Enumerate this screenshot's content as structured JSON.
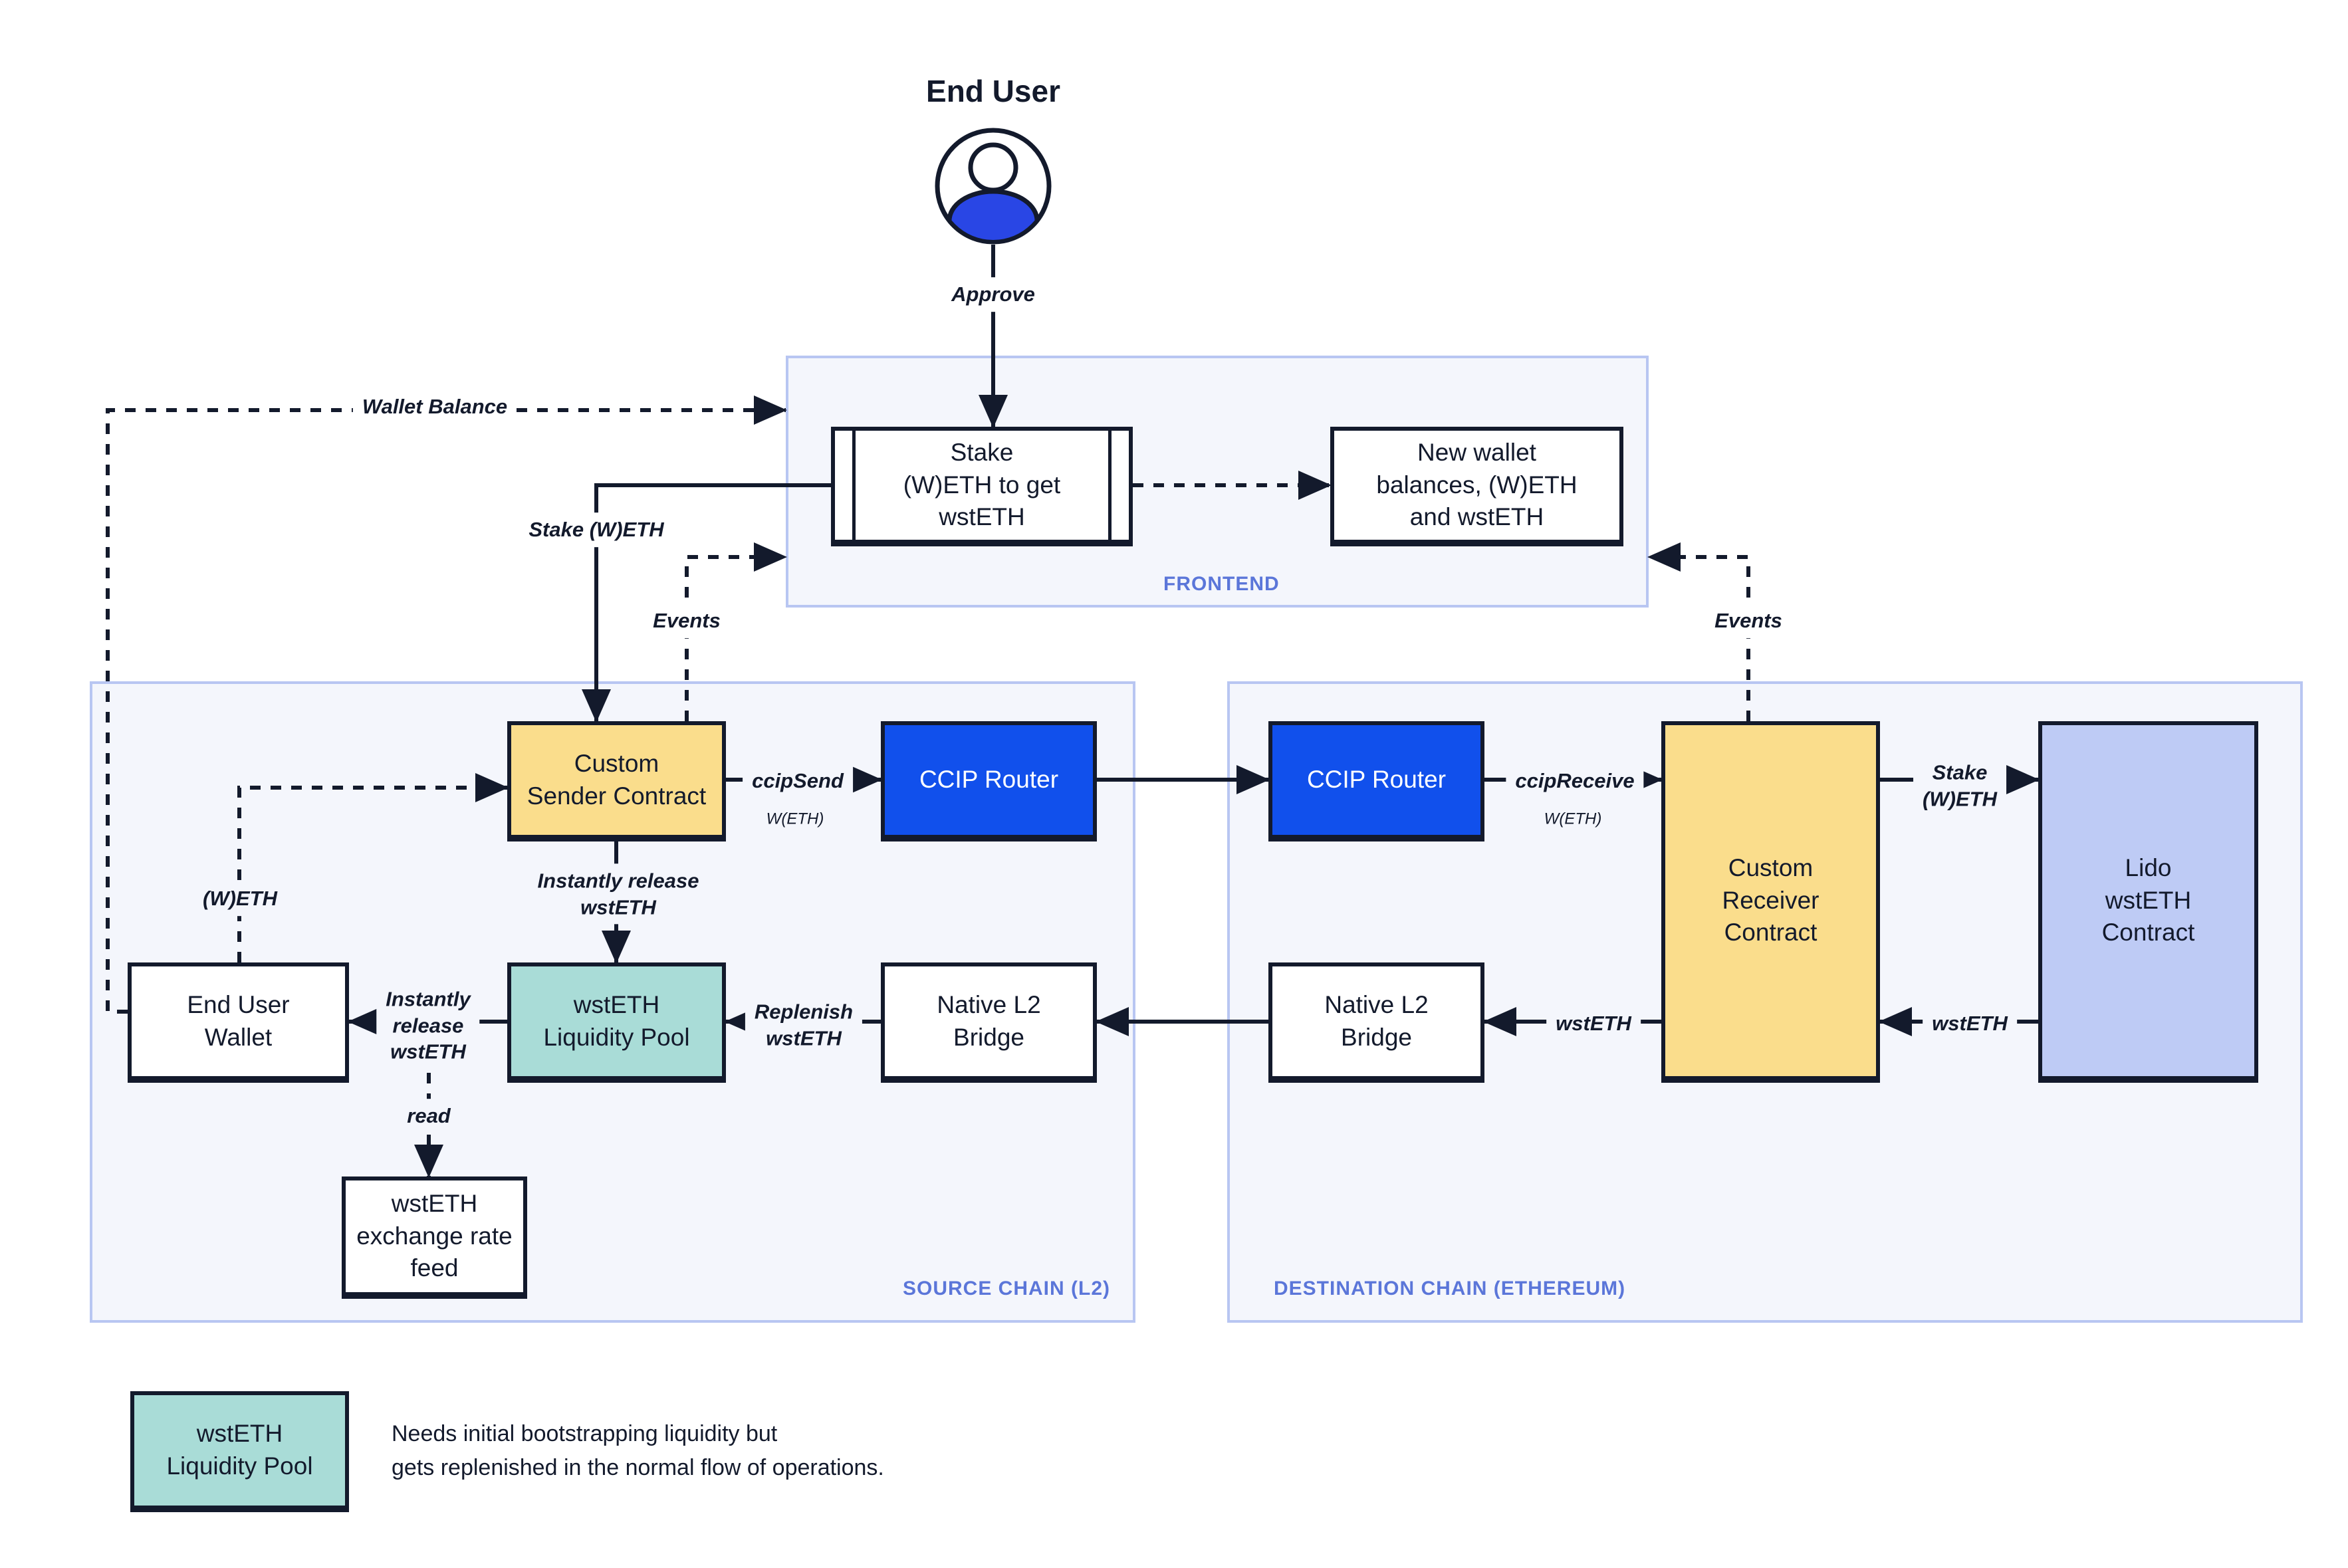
{
  "end_user": {
    "title": "End User"
  },
  "containers": {
    "frontend": "FRONTEND",
    "source_chain": "SOURCE CHAIN (L2)",
    "dest_chain": "DESTINATION CHAIN (ETHEREUM)"
  },
  "nodes": {
    "stake": "Stake\n(W)ETH to get\nwstETH",
    "new_wallet": "New wallet\nbalances, (W)ETH\nand wstETH",
    "custom_sender": "Custom\nSender Contract",
    "ccip_router": "CCIP Router",
    "custom_receiver": "Custom\nReceiver\nContract",
    "lido": "Lido\nwstETH\nContract",
    "end_user_wallet": "End User\nWallet",
    "wsteth_pool": "wstETH\nLiquidity Pool",
    "native_bridge": "Native L2\nBridge",
    "exchange_feed": "wstETH\nexchange rate\nfeed"
  },
  "edge_labels": {
    "approve": "Approve",
    "wallet_balance": "Wallet Balance",
    "stake_weth_source": "Stake (W)ETH",
    "events": "Events",
    "ccip_send": "ccipSend",
    "ccip_receive": "ccipReceive",
    "asset_weth": "W(ETH)",
    "stake_weth_dest": "Stake\n(W)ETH",
    "wsteth": "wstETH",
    "replenish": "Replenish\nwstETH",
    "instantly_release_vertical": "Instantly release\nwstETH",
    "instantly_release_horizontal": "Instantly\nrelease\nwstETH",
    "weth": "(W)ETH",
    "read": "read"
  },
  "legend": {
    "box_label": "wstETH\nLiquidity Pool",
    "note": "Needs initial bootstrapping liquidity but\ngets replenished in the normal flow of operations."
  },
  "colors": {
    "dark": "#131A2C",
    "yellow": "#FADD8C",
    "blue": "#1150EC",
    "avatar-blue": "#2946E5",
    "lavender": "#BECBF5",
    "teal": "#A9DCD7",
    "panel-bg": "#F4F6FC",
    "panel-border": "#B8C6F2",
    "label-blue": "#5B76D9",
    "white": "#FFFFFF"
  }
}
